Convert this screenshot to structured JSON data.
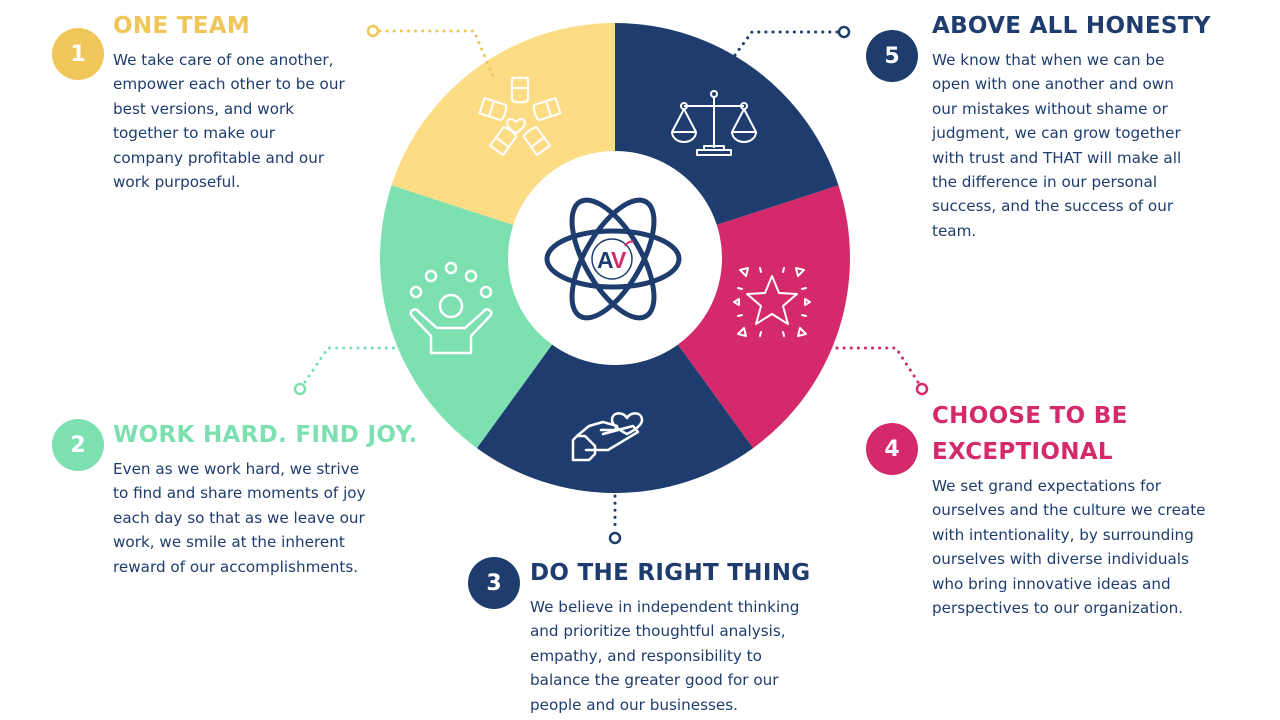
{
  "colors": {
    "yellow": "#fddc86",
    "yellow_text": "#f0c55a",
    "navy": "#1e3d6e",
    "pink": "#d42a6c",
    "green": "#7de0b1",
    "white": "#ffffff"
  },
  "center_logo": {
    "icon": "atom-icon",
    "monogram": "AV"
  },
  "values": [
    {
      "number": "1",
      "title": "ONE TEAM",
      "color": "#f0c55a",
      "icon": "fist-bump-circle-icon",
      "description": "We take care of one another,\nempower each other to be our\nbest versions, and work\ntogether to make our\ncompany profitable and our\nwork purposeful."
    },
    {
      "number": "2",
      "title": "WORK HARD. FIND JOY.",
      "color": "#7de0b1",
      "icon": "juggling-person-icon",
      "description": "Even as we work hard, we strive\nto find and share moments of joy\neach day so that as we leave our\nwork, we smile at the inherent\nreward of our accomplishments."
    },
    {
      "number": "3",
      "title": "DO THE RIGHT THING",
      "color": "#1e3d6e",
      "icon": "hand-heart-icon",
      "description": "We believe in independent thinking\nand prioritize thoughtful analysis,\nempathy, and responsibility to\nbalance the greater good for our\npeople and our businesses."
    },
    {
      "number": "4",
      "title_line1": "CHOOSE TO BE",
      "title_line2": "EXCEPTIONAL",
      "color": "#d42a6c",
      "icon": "sparkling-star-icon",
      "description": "We set grand expectations for\nourselves and the culture we create\nwith intentionality, by surrounding\nourselves with diverse individuals\nwho bring innovative ideas and\nperspectives to our organization."
    },
    {
      "number": "5",
      "title": "ABOVE ALL HONESTY",
      "color": "#1e3d6e",
      "icon": "scales-of-justice-icon",
      "description": "We know that when we can be\nopen with one another and own\nour mistakes without shame or\njudgment, we can grow together\nwith trust and THAT will make all\nthe difference in our personal\nsuccess, and the success of our\nteam."
    }
  ]
}
